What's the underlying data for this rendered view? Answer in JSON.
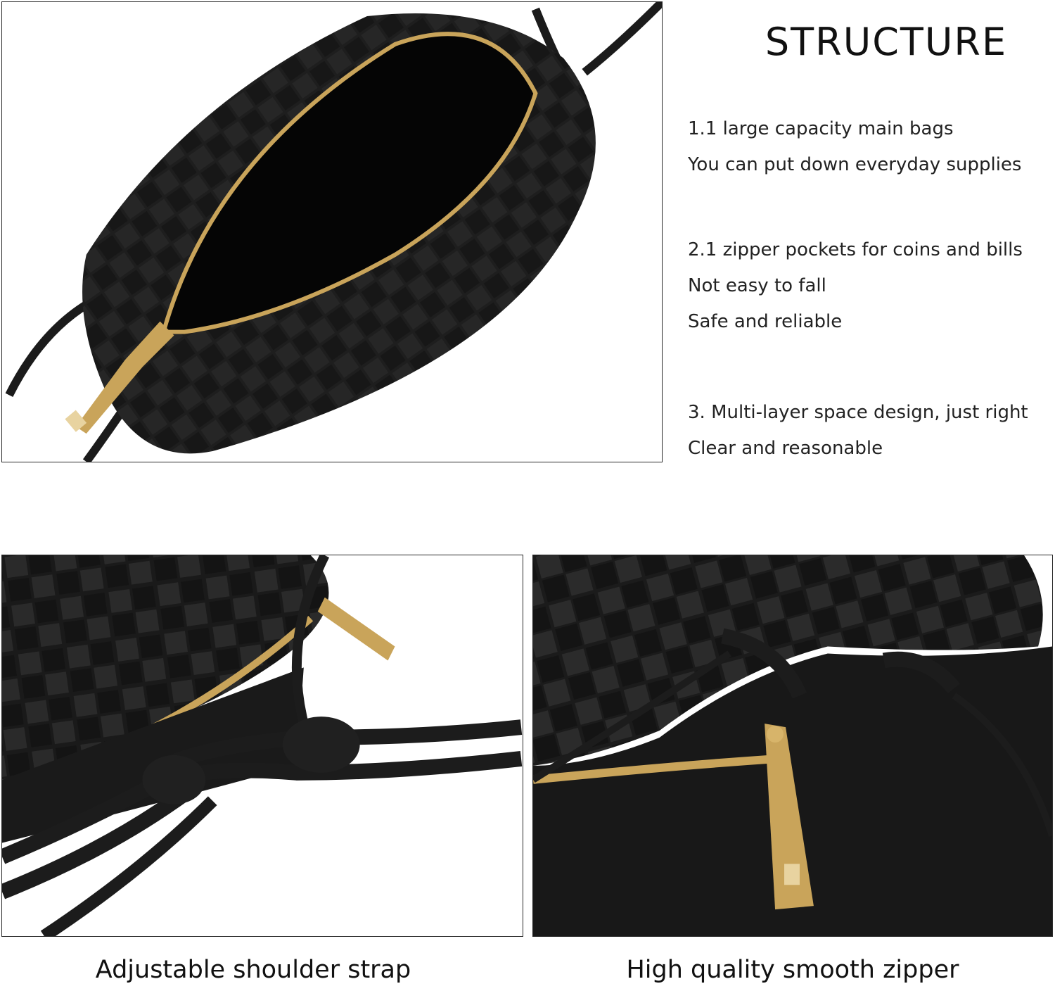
{
  "title": "STRUCTURE",
  "features": [
    {
      "lines": [
        "1.1 large capacity main bags",
        "You can put down everyday supplies"
      ]
    },
    {
      "lines": [
        "2.1 zipper pockets for coins and bills",
        "Not easy to fall",
        "Safe and reliable"
      ]
    },
    {
      "lines": [
        "3. Multi-layer space design, just right",
        "Clear and reasonable"
      ]
    }
  ],
  "captions": {
    "strap": "Adjustable shoulder strap",
    "zipper": "High quality smooth zipper"
  },
  "colors": {
    "leather": "#1c1c1c",
    "zipper_gold": "#c9a45a",
    "background": "#ffffff"
  }
}
